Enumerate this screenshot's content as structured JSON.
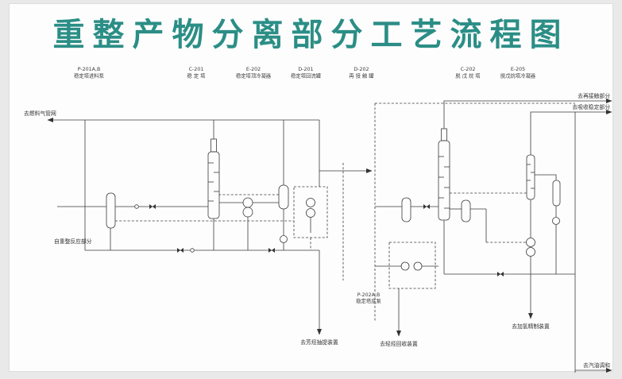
{
  "title": "重整产物分离部分工艺流程图",
  "colors": {
    "title_color": "#2b8e86",
    "line_color": "#3a3a3a"
  },
  "equipment_labels": [
    {
      "tag": "P-201A,B",
      "name": "稳定塔进料泵"
    },
    {
      "tag": "C-201",
      "name": "稳 定 塔"
    },
    {
      "tag": "E-202",
      "name": "稳定塔顶冷凝器"
    },
    {
      "tag": "D-201",
      "name": "稳定塔回流罐"
    },
    {
      "tag": "D-202",
      "name": "再 接 触 罐"
    },
    {
      "tag": "C-202",
      "name": "脱 戊 烷 塔"
    },
    {
      "tag": "E-205",
      "name": "脱戊烷塔冷凝器"
    }
  ],
  "pump_label": {
    "tag": "P-202A,B",
    "name": "稳定塔底泵"
  },
  "streams": {
    "fuel_gas": "去燃料气管网",
    "feed": "自重整反应部分",
    "aromatics": "去芳烃抽提装置",
    "recontact": "去再接触部分",
    "absorption": "去吸收稳定部分",
    "gasoline": "去汽油调和",
    "hydrotreating": "去加氢精制装置",
    "light_ends": "去轻烃回收装置"
  }
}
